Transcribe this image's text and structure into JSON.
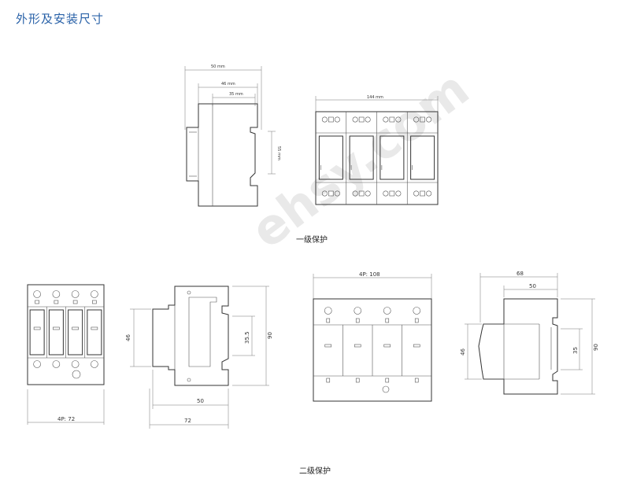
{
  "title": "外形及安装尺寸",
  "captions": {
    "level1": "一级保护",
    "level2": "二级保护"
  },
  "watermark": "ehsy.com",
  "level1": {
    "side": {
      "w_outer": "50 mm",
      "w_mid": "46 mm",
      "w_inner": "35 mm",
      "height": "55 mm"
    },
    "front": {
      "width": "144 mm"
    }
  },
  "level2_left": {
    "front": {
      "width": "4P: 72"
    },
    "side": {
      "h_left": "46",
      "h_inner": "35.5",
      "h_total": "90",
      "w_inner": "50",
      "w_total": "72"
    }
  },
  "level2_right": {
    "front": {
      "width": "4P: 108"
    },
    "side": {
      "w_total": "68",
      "w_inner": "50",
      "h_left": "46",
      "h_inner": "35",
      "h_total": "90"
    }
  }
}
